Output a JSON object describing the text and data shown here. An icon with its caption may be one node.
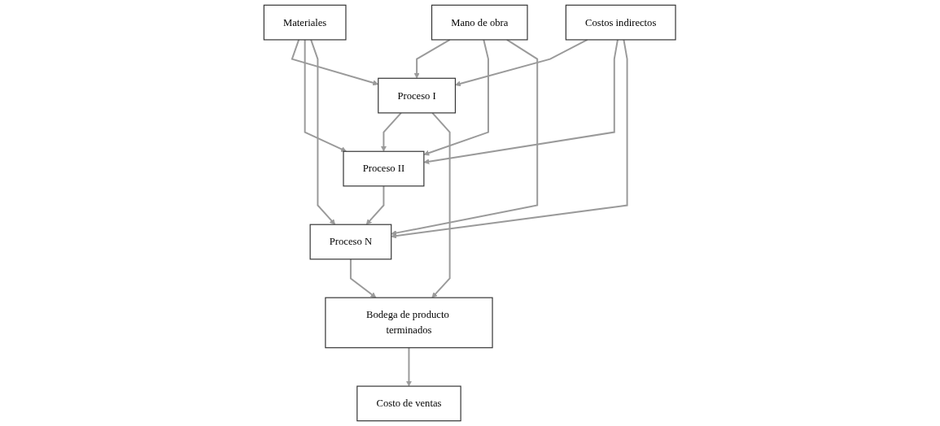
{
  "diagram": {
    "nodes": [
      {
        "text": [
          "Materiales"
        ]
      },
      {
        "text": [
          "Mano de obra"
        ]
      },
      {
        "text": [
          "Costos indirectos"
        ]
      },
      {
        "text": [
          "Proceso I"
        ]
      },
      {
        "text": [
          "Proceso II"
        ]
      },
      {
        "text": [
          "Proceso N"
        ]
      },
      {
        "text": [
          "Bodega de producto terminados"
        ]
      },
      {
        "text": [
          "Costo de ventas"
        ]
      }
    ],
    "edges": [
      {
        "from": 0,
        "to": 3,
        "arrow": "to"
      },
      {
        "from": 0,
        "to": 4,
        "arrow": "to"
      },
      {
        "from": 0,
        "to": 5,
        "arrow": "to"
      },
      {
        "from": 1,
        "to": 3,
        "arrow": "to"
      },
      {
        "from": 1,
        "to": 4,
        "arrow": "to"
      },
      {
        "from": 1,
        "to": 5,
        "arrow": "to"
      },
      {
        "from": 2,
        "to": 3,
        "arrow": "to"
      },
      {
        "from": 2,
        "to": 4,
        "arrow": "to"
      },
      {
        "from": 2,
        "to": 5,
        "arrow": "to"
      },
      {
        "from": 3,
        "to": 4,
        "arrow": "to"
      },
      {
        "from": 4,
        "to": 5,
        "arrow": "to"
      },
      {
        "from": 3,
        "to": 6,
        "arrow": "to"
      },
      {
        "from": 5,
        "to": 6,
        "arrow": "to"
      },
      {
        "from": 6,
        "to": 7,
        "arrow": "to"
      }
    ]
  }
}
